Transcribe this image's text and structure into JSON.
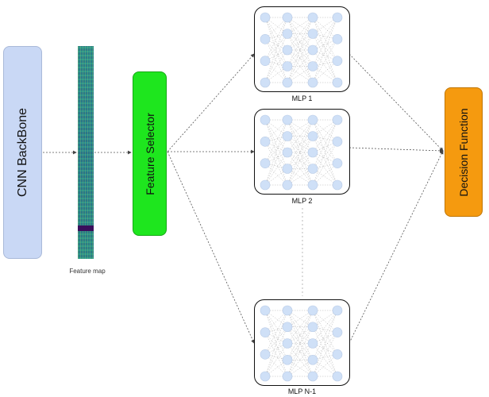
{
  "blocks": {
    "cnn_backbone": "CNN BackBone",
    "feature_map_label": "Feature map",
    "feature_selector": "Feature Selector",
    "decision_function": "Decision Function"
  },
  "mlps": [
    {
      "label": "MLP 1"
    },
    {
      "label": "MLP 2"
    },
    {
      "label": "MLP N-1"
    }
  ],
  "colors": {
    "cnn_backbone": "#c9d8f5",
    "feature_selector": "#1ee61e",
    "decision_function": "#f59a0f",
    "neuron": "#cfe0f7"
  }
}
